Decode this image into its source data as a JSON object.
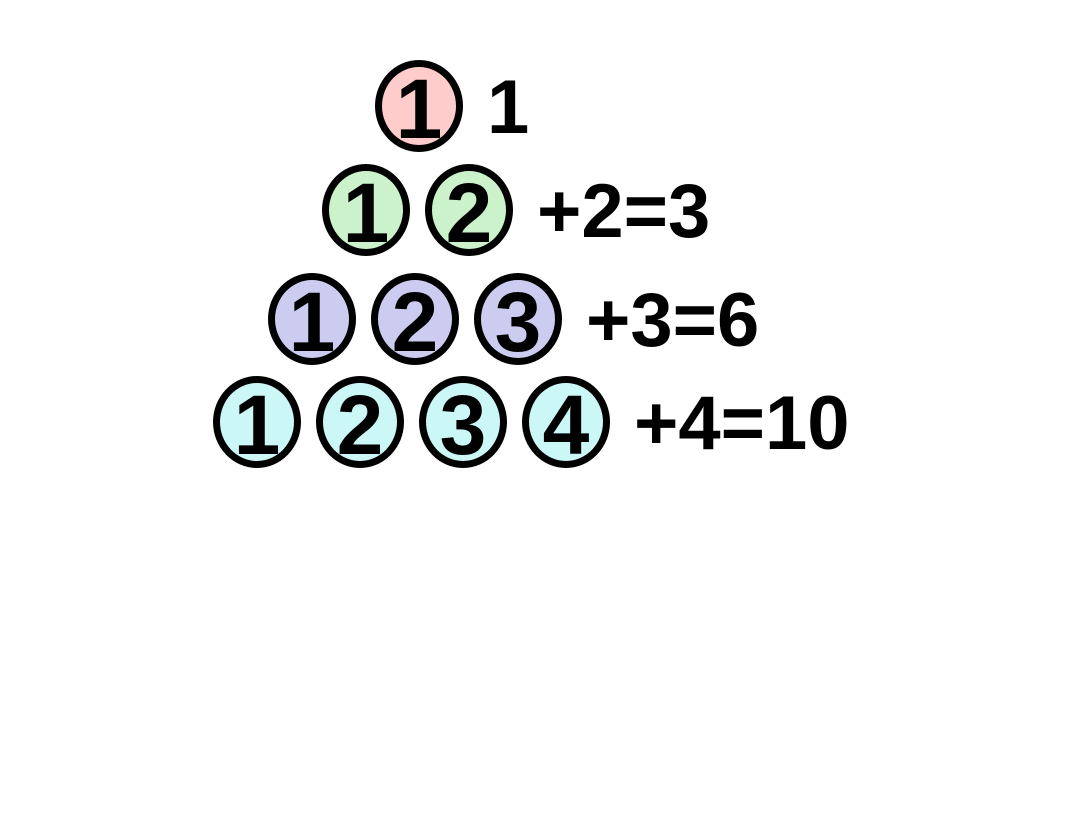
{
  "background": "#ffffff",
  "stroke_color": "#000000",
  "text_color": "#000000",
  "rows": [
    {
      "fill": "#ffcccc",
      "circles": [
        "1"
      ],
      "label": "1"
    },
    {
      "fill": "#ccf2cc",
      "circles": [
        "1",
        "2"
      ],
      "label": "+2=3"
    },
    {
      "fill": "#ccccf0",
      "circles": [
        "1",
        "2",
        "3"
      ],
      "label": "+3=6"
    },
    {
      "fill": "#ccf7f7",
      "circles": [
        "1",
        "2",
        "3",
        "4"
      ],
      "label": "+4=10"
    }
  ]
}
